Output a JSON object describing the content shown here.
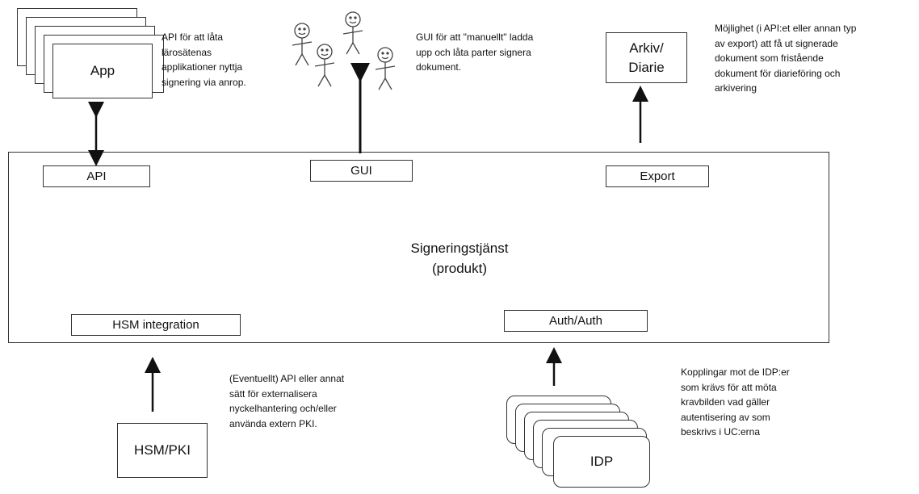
{
  "system": {
    "title_line1": "Signeringstjänst",
    "title_line2": "(produkt)"
  },
  "components": {
    "api": "API",
    "gui": "GUI",
    "export": "Export",
    "hsm_integration": "HSM integration",
    "auth": "Auth/Auth"
  },
  "external": {
    "app": "App",
    "archive_line1": "Arkiv/",
    "archive_line2": "Diarie",
    "hsm_pki": "HSM/PKI",
    "idp": "IDP"
  },
  "notes": {
    "api": [
      "API för att låta",
      "lärosätenas",
      "applikationer nyttja",
      "signering via anrop."
    ],
    "gui": [
      "GUI för att \"manuellt\" ladda",
      "upp och låta parter signera",
      "dokument."
    ],
    "export": [
      "Möjlighet (i API:et eller annan typ",
      "av export) att få ut signerade",
      "dokument som fristående",
      "dokument för diarieföring och",
      "arkivering"
    ],
    "hsm": [
      "(Eventuellt) API eller annat",
      "sätt för externalisera",
      "nyckelhantering och/eller",
      "använda extern PKI."
    ],
    "idp": [
      "Kopplingar mot de IDP:er",
      "som krävs för att möta",
      "kravbilden vad gäller",
      "autentisering av som",
      "beskrivs i UC:erna"
    ]
  },
  "colors": {
    "stroke": "#333333",
    "background": "#ffffff",
    "text": "#111111"
  },
  "icons": [
    "stick-figure-icon",
    "arrow-icon"
  ]
}
